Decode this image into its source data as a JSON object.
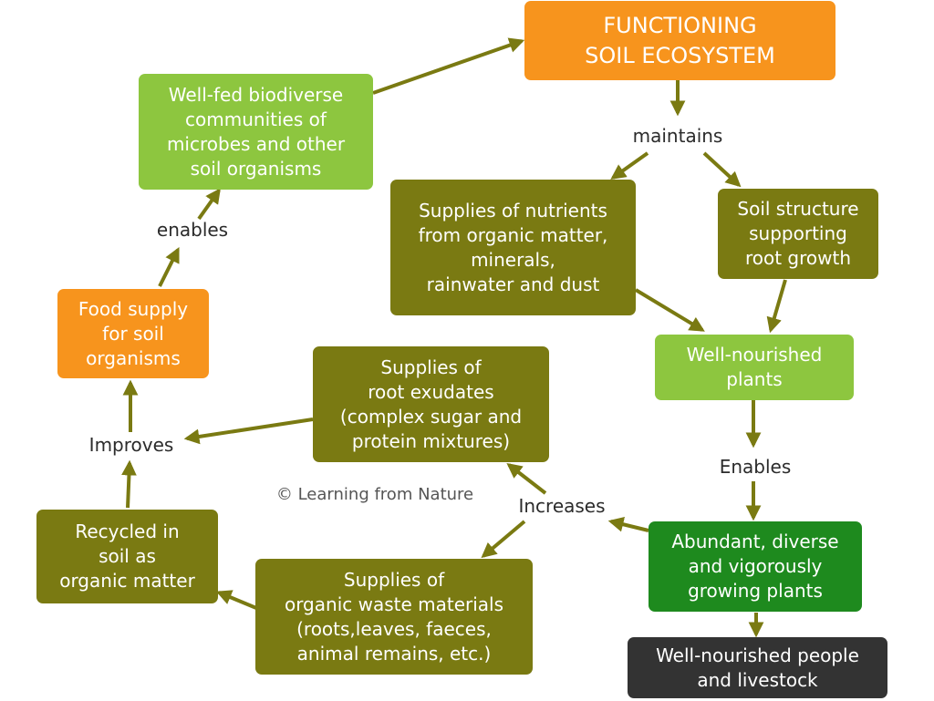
{
  "colors": {
    "orange": "#f7941d",
    "light_green": "#8dc63f",
    "olive": "#7a7a12",
    "dark_green": "#1e8a1e",
    "charcoal": "#333333",
    "arrow": "#7a7a12",
    "label_text": "#2b2b2b"
  },
  "boxes": {
    "main": {
      "text": "FUNCTIONING\nSOIL ECOSYSTEM",
      "color": "orange"
    },
    "communities": {
      "text": "Well-fed biodiverse\ncommunities of\nmicrobes and other\nsoil organisms",
      "color": "light_green"
    },
    "nutrients": {
      "text": "Supplies of nutrients\nfrom organic matter,\nminerals,\nrainwater and dust",
      "color": "olive"
    },
    "structure": {
      "text": "Soil structure\nsupporting\nroot growth",
      "color": "olive"
    },
    "plants_nourished": {
      "text": "Well-nourished\nplants",
      "color": "light_green"
    },
    "food": {
      "text": "Food supply\nfor soil\norganisms",
      "color": "orange"
    },
    "exudates": {
      "text": "Supplies of\nroot exudates\n(complex sugar and\nprotein mixtures)",
      "color": "olive"
    },
    "recycled": {
      "text": "Recycled in\nsoil as\norganic matter",
      "color": "olive"
    },
    "waste": {
      "text": "Supplies of\norganic waste materials\n(roots,leaves, faeces,\nanimal remains, etc.)",
      "color": "olive"
    },
    "abundant": {
      "text": "Abundant, diverse\nand vigorously\ngrowing plants",
      "color": "dark_green"
    },
    "people": {
      "text": "Well-nourished people\nand livestock",
      "color": "charcoal"
    }
  },
  "labels": {
    "maintains": "maintains",
    "enables_left": "enables",
    "improves": "Improves",
    "enables_right": "Enables",
    "increases": "Increases",
    "copyright": "© Learning from Nature"
  }
}
